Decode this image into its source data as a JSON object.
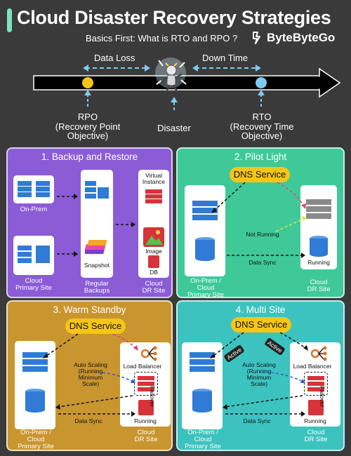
{
  "header": {
    "title": "Cloud Disaster Recovery Strategies",
    "subtitle": "Basics First: What is RTO and RPO ?",
    "brand": "ByteByteGo"
  },
  "timeline": {
    "data_loss": "Data Loss",
    "down_time": "Down Time",
    "rpo": "RPO\n(Recovery Point\nObjective)",
    "rpo_lines": [
      "RPO",
      "(Recovery Point",
      "Objective)"
    ],
    "disaster": "Disaster",
    "rto_lines": [
      "RTO",
      "(Recovery Time",
      "Objective)"
    ]
  },
  "panels": {
    "backup": {
      "title": "1. Backup and Restore",
      "on_prem": "On-Prem",
      "cloud_primary": [
        "Cloud",
        "Primary Site"
      ],
      "snapshot": "Snapshot",
      "regular_backups": [
        "Regular",
        "Backups"
      ],
      "virtual_instance": [
        "Virtual",
        "Instance"
      ],
      "image": "Image",
      "db": "DB",
      "cloud_dr": [
        "Cloud",
        "DR Site"
      ]
    },
    "pilot": {
      "title": "2. Pilot Light",
      "dns": "DNS Service",
      "not_running": "Not Running",
      "data_sync": "Data Sync",
      "running": "Running",
      "primary": [
        "On-Prem /",
        "Cloud",
        "Primary Site"
      ],
      "cloud_dr": [
        "Cloud",
        "DR Site"
      ]
    },
    "warm": {
      "title": "3. Warm Standby",
      "dns": "DNS Service",
      "auto_scaling": [
        "Auto Scaling",
        "(Running",
        "Minimum",
        "Scale)"
      ],
      "load_balancer": "Load Balancer",
      "failover": "Failover",
      "data_sync": "Data Sync",
      "running": "Running",
      "primary": [
        "On-Prem /",
        "Cloud",
        "Primary Site"
      ],
      "cloud_dr": [
        "Cloud",
        "DR Site"
      ]
    },
    "multi": {
      "title": "4. Multi Site",
      "dns": "DNS Service",
      "active_left": "Active",
      "active_right": "Active",
      "auto_scaling": [
        "Auto Scaling",
        "(Running",
        "Minimum",
        "Scale)"
      ],
      "load_balancer": "Load Balancer",
      "failover": "Failover",
      "data_sync": "Data Sync",
      "running": "Running",
      "primary": [
        "On-Prem /",
        "Cloud",
        "Primary Site"
      ],
      "cloud_dr": [
        "Cloud",
        "DR Site"
      ]
    }
  },
  "colors": {
    "backup_panel": "#8b5cd6",
    "pilot_panel": "#3fc999",
    "warm_panel": "#c9952f",
    "multi_panel": "#3cc3c0",
    "dns": "#f5c518",
    "rpo_dot": "#f5c518",
    "rto_dot": "#7ecbf2",
    "arrow_cyan": "#7ecbf2"
  },
  "icons": [
    "brand-logo-icon",
    "disaster-figure-icon",
    "server-icon",
    "database-icon",
    "load-balancer-icon",
    "snapshot-icon",
    "image-icon"
  ]
}
